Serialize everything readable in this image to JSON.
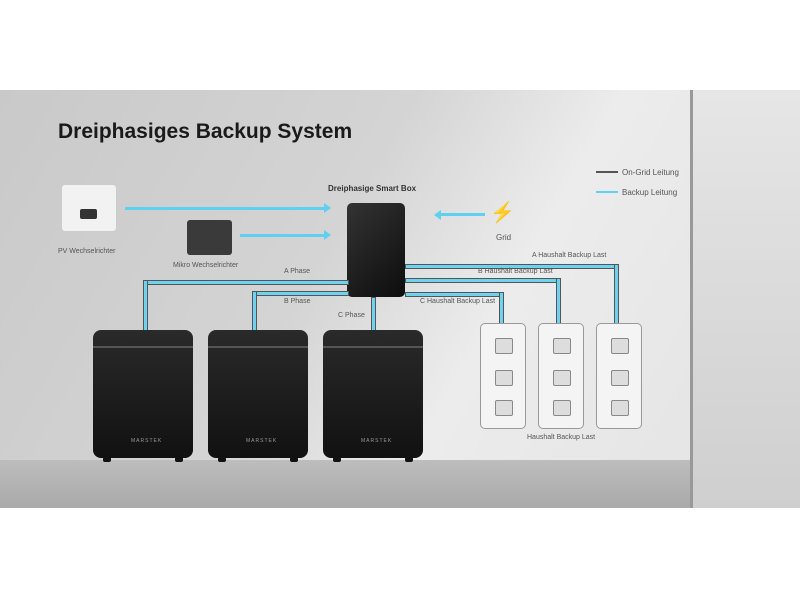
{
  "title": "Dreiphasiges Backup System",
  "legend": {
    "on_grid": "On-Grid Leitung",
    "backup": "Backup Leitung"
  },
  "colors": {
    "on_grid": "#555555",
    "backup": "#5fd0f0"
  },
  "labels": {
    "smart_box": "Dreiphasige Smart Box",
    "pv": "PV Wechselrichter",
    "micro": "Mikro Wechselrichter",
    "grid": "Grid",
    "a_phase": "A Phase",
    "b_phase": "B Phase",
    "c_phase": "C Phase",
    "a_load": "A Haushalt Backup Last",
    "b_load": "B Haushalt Backup Last",
    "c_load": "C Haushalt Backup Last",
    "loads": "Haushalt Backup Last"
  },
  "battery_brand": "MARSTEK"
}
